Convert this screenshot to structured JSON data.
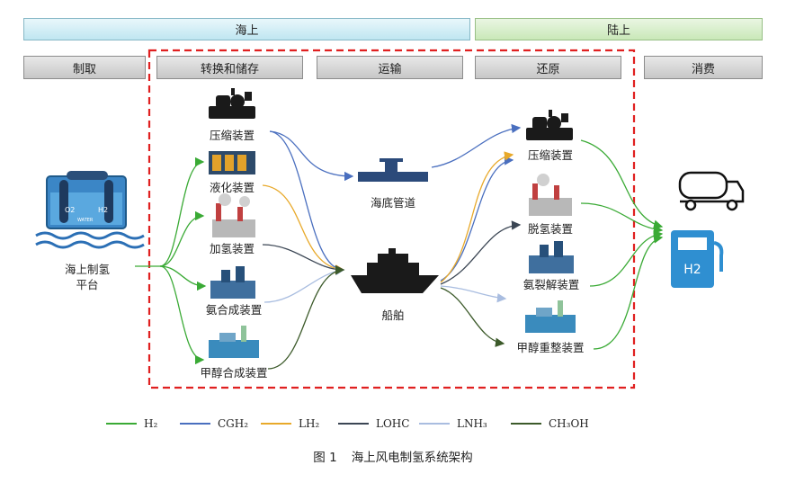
{
  "regions": {
    "sea": "海上",
    "land": "陆上"
  },
  "stages": {
    "production": "制取",
    "conversion": "转换和储存",
    "transport": "运输",
    "reduction": "还原",
    "consumption": "消费"
  },
  "nodes": {
    "platform_line1": "海上制氢",
    "platform_line2": "平台",
    "compress": "压缩装置",
    "liquefy": "液化装置",
    "hydrogenate": "加氢装置",
    "ammonia_synth": "氨合成装置",
    "methanol_synth": "甲醇合成装置",
    "pipeline": "海底管道",
    "ship": "船舶",
    "compress_land": "压缩装置",
    "dehydrogenate": "脱氢装置",
    "ammonia_crack": "氨裂解装置",
    "methanol_reform": "甲醇重整装置",
    "h2_label": "H2",
    "water_label": "WATER",
    "o2_label": "O2",
    "h2_tank_label": "H2"
  },
  "legend": [
    {
      "label": "H₂",
      "color": "#3aaa35"
    },
    {
      "label": "CGH₂",
      "color": "#4a6fbf"
    },
    {
      "label": "LH₂",
      "color": "#e8a92a"
    },
    {
      "label": "LOHC",
      "color": "#3b4654"
    },
    {
      "label": "LNH₃",
      "color": "#a9bde0"
    },
    {
      "label": "CH₃OH",
      "color": "#3c5a2a"
    }
  ],
  "caption": {
    "number": "图 1",
    "title": "海上风电制氢系统架构"
  }
}
